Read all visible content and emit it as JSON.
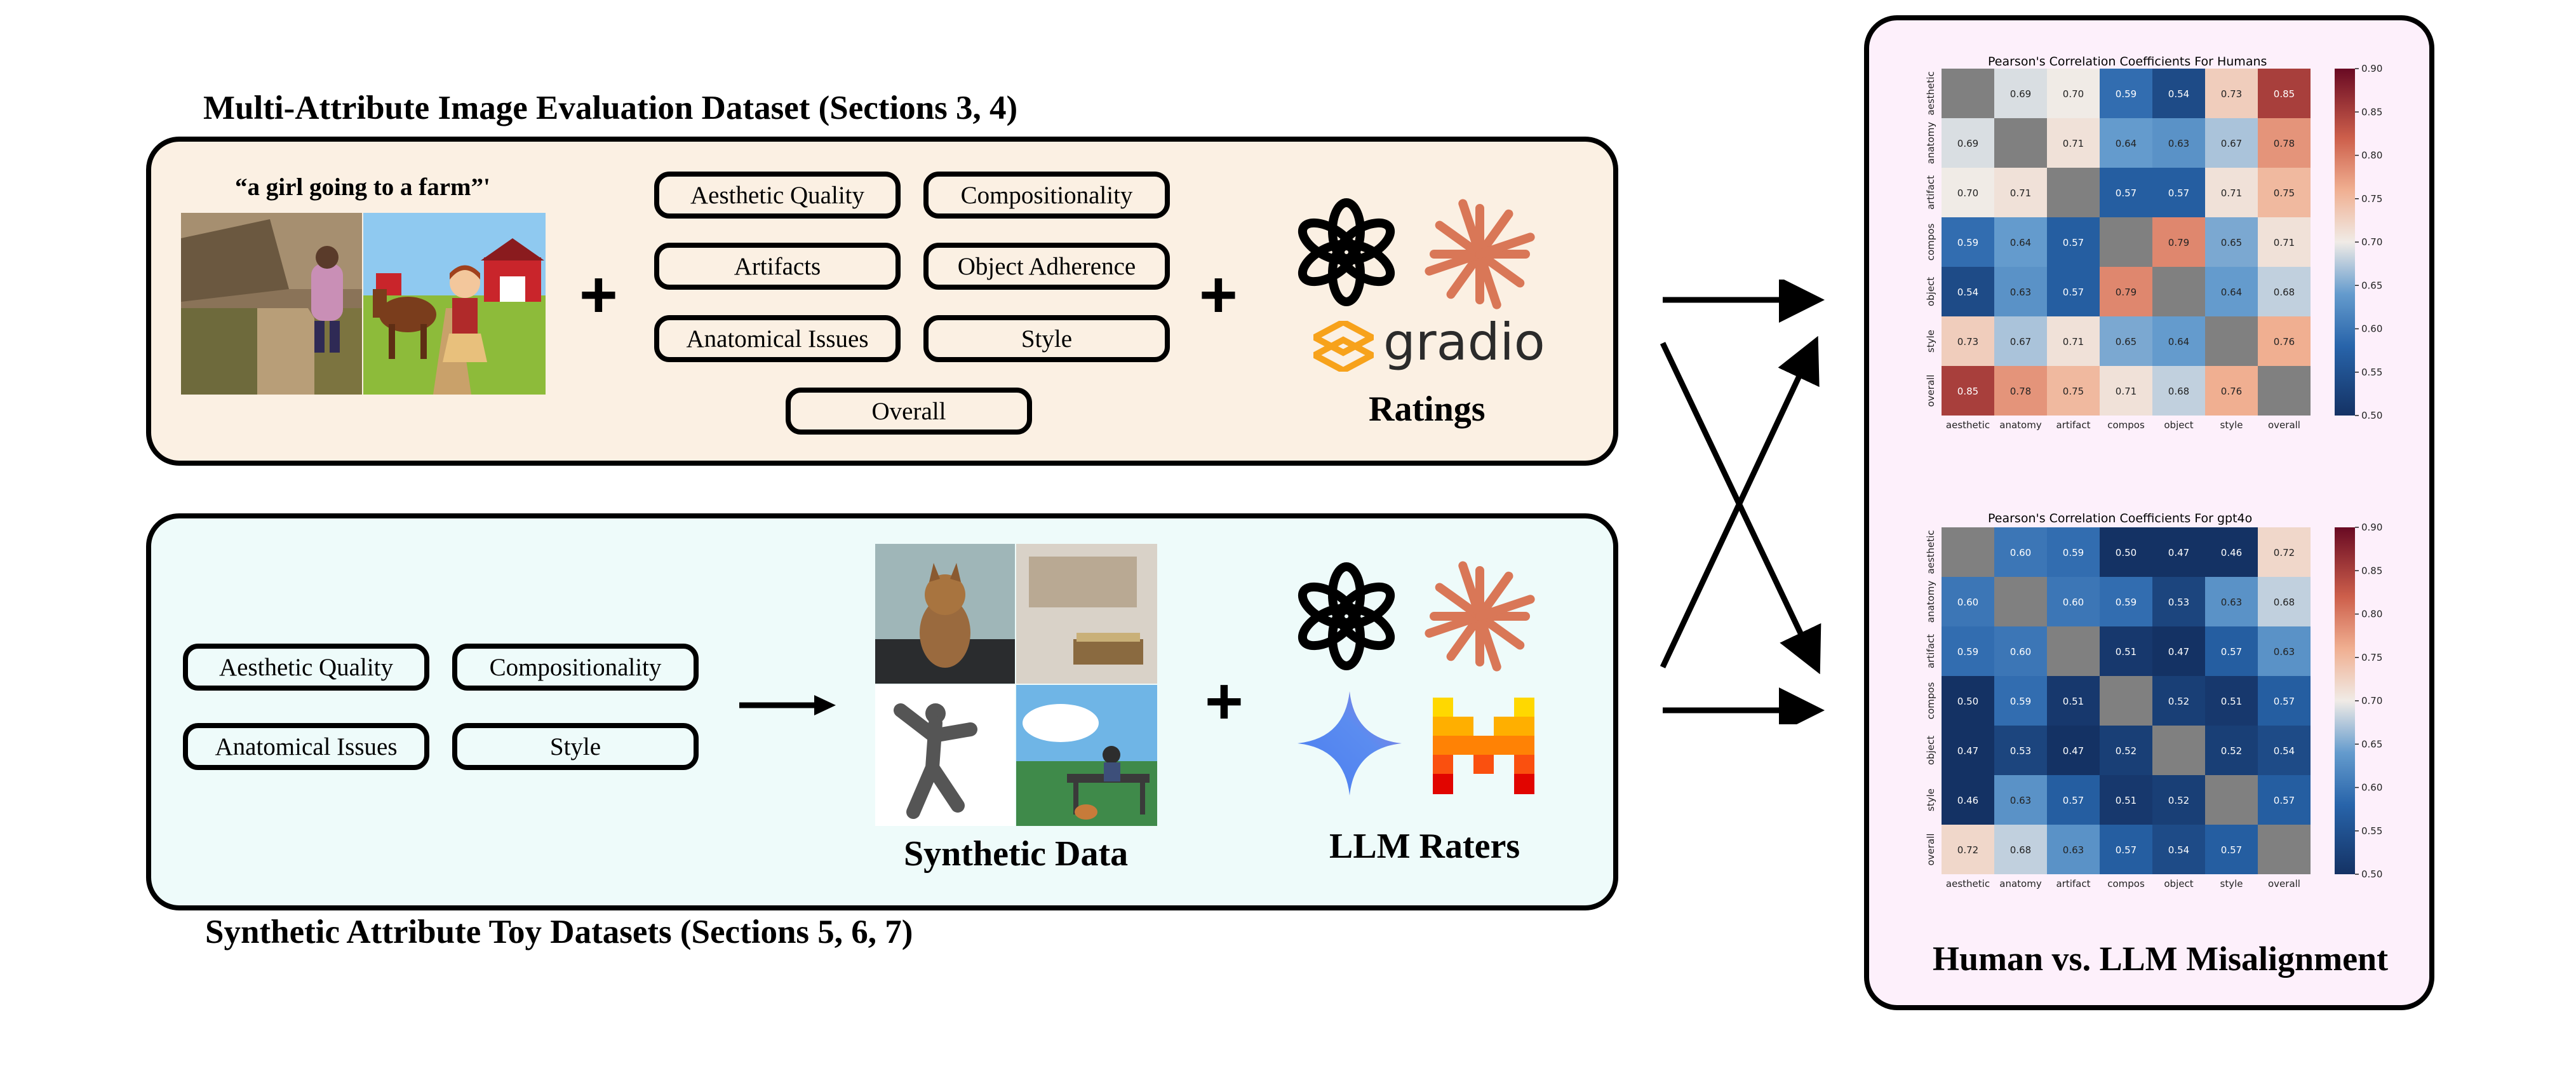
{
  "top_panel": {
    "title": "Multi-Attribute Image Evaluation Dataset (Sections 3, 4)",
    "prompt": "“a girl going to a farm”'",
    "attributes": [
      "Aesthetic Quality",
      "Compositionality",
      "Artifacts",
      "Object Adherence",
      "Anatomical Issues",
      "Style",
      "Overall"
    ],
    "ratings_label": "Ratings",
    "gradio_label": "gradio",
    "plus": "+"
  },
  "bottom_panel": {
    "title": "Synthetic Attribute Toy Datasets (Sections 5, 6, 7)",
    "attributes": [
      "Aesthetic Quality",
      "Compositionality",
      "Anatomical Issues",
      "Style"
    ],
    "synthetic_label": "Synthetic Data",
    "raters_label": "LLM Raters",
    "plus": "+"
  },
  "right_panel": {
    "caption": "Human vs. LLM Misalignment"
  },
  "colors": {
    "top_bg": "#fbf0e3",
    "bottom_bg": "#eefbfa",
    "right_bg": "#fdf0fb",
    "claude": "#d97757",
    "gradio": "#f7a21b"
  },
  "chart_data": [
    {
      "type": "heatmap",
      "title": "Pearson's Correlation Coefficients For Humans",
      "rows": [
        "aesthetic",
        "anatomy",
        "artifact",
        "compos",
        "object",
        "style",
        "overall"
      ],
      "cols": [
        "aesthetic",
        "anatomy",
        "artifact",
        "compos",
        "object",
        "style",
        "overall"
      ],
      "values": [
        [
          null,
          0.69,
          0.7,
          0.59,
          0.54,
          0.73,
          0.85
        ],
        [
          0.69,
          null,
          0.71,
          0.64,
          0.63,
          0.67,
          0.78
        ],
        [
          0.7,
          0.71,
          null,
          0.57,
          0.57,
          0.71,
          0.75
        ],
        [
          0.59,
          0.64,
          0.57,
          null,
          0.79,
          0.65,
          0.71
        ],
        [
          0.54,
          0.63,
          0.57,
          0.79,
          null,
          0.64,
          0.68
        ],
        [
          0.73,
          0.67,
          0.71,
          0.65,
          0.64,
          null,
          0.76
        ],
        [
          0.85,
          0.78,
          0.75,
          0.71,
          0.68,
          0.76,
          null
        ]
      ],
      "vmin": 0.5,
      "vmax": 0.9,
      "colorbar_ticks": [
        0.9,
        0.85,
        0.8,
        0.75,
        0.7,
        0.65,
        0.6,
        0.55,
        0.5
      ]
    },
    {
      "type": "heatmap",
      "title": "Pearson's Correlation Coefficients For gpt4o",
      "rows": [
        "aesthetic",
        "anatomy",
        "artifact",
        "compos",
        "object",
        "style",
        "overall"
      ],
      "cols": [
        "aesthetic",
        "anatomy",
        "artifact",
        "compos",
        "object",
        "style",
        "overall"
      ],
      "values": [
        [
          null,
          0.6,
          0.59,
          0.5,
          0.47,
          0.46,
          0.72
        ],
        [
          0.6,
          null,
          0.6,
          0.59,
          0.53,
          0.63,
          0.68
        ],
        [
          0.59,
          0.6,
          null,
          0.51,
          0.47,
          0.57,
          0.63
        ],
        [
          0.5,
          0.59,
          0.51,
          null,
          0.52,
          0.51,
          0.57
        ],
        [
          0.47,
          0.53,
          0.47,
          0.52,
          null,
          0.52,
          0.54
        ],
        [
          0.46,
          0.63,
          0.57,
          0.51,
          0.52,
          null,
          0.57
        ],
        [
          0.72,
          0.68,
          0.63,
          0.57,
          0.54,
          0.57,
          null
        ]
      ],
      "vmin": 0.5,
      "vmax": 0.9,
      "colorbar_ticks": [
        0.9,
        0.85,
        0.8,
        0.75,
        0.7,
        0.65,
        0.6,
        0.55,
        0.5
      ]
    }
  ]
}
